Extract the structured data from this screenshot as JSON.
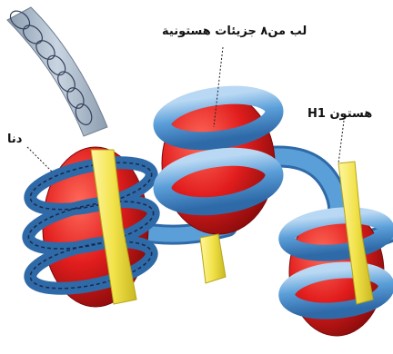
{
  "labels": {
    "core": "لب من٨ جزيئات هستونية",
    "h1": "هستون H1",
    "dna": "دنا"
  },
  "colors": {
    "dna_strand": "#5b9fd9",
    "dna_strand_dark": "#2f6aa8",
    "histone_core": "#e11d1d",
    "histone_core_dark": "#9e0e0e",
    "histone_h1": "#f2e24a",
    "histone_h1_dark": "#c9b820",
    "fiber": "#a9b9c9",
    "helix": "#1c2a4a"
  },
  "icons": {
    "dna": "double-helix",
    "nucleosome": "nucleosome"
  }
}
